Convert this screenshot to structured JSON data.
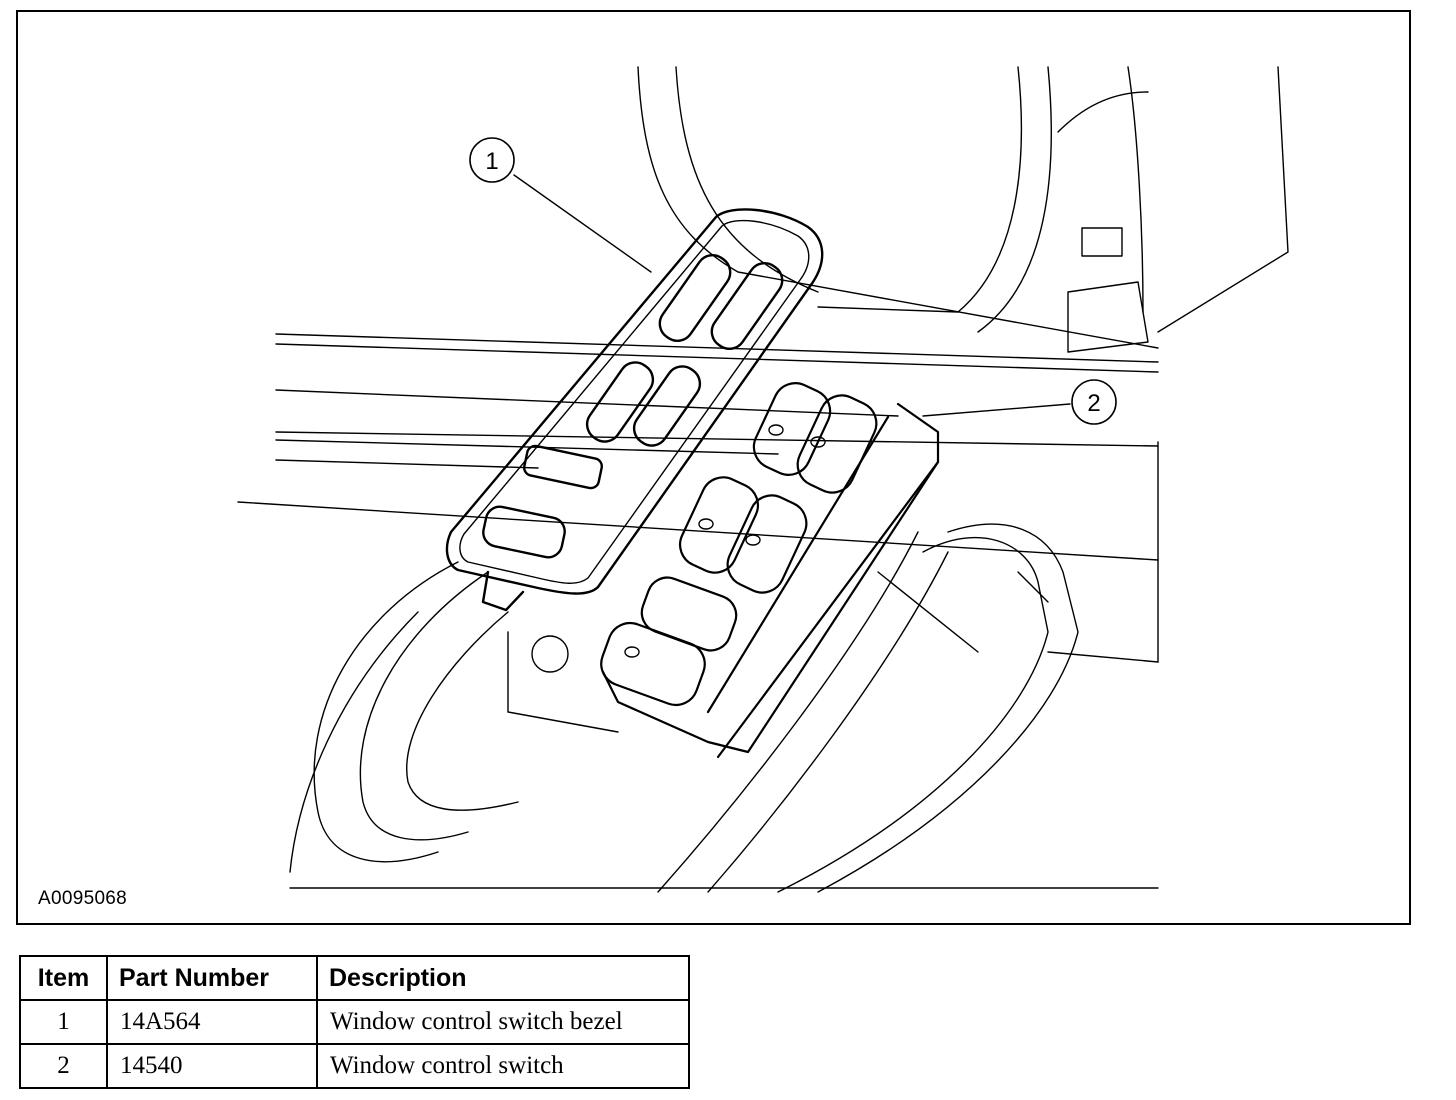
{
  "figure": {
    "code": "A0095068",
    "callouts": [
      {
        "number": "1"
      },
      {
        "number": "2"
      }
    ]
  },
  "parts_table": {
    "headers": {
      "item": "Item",
      "part_number": "Part Number",
      "description": "Description"
    },
    "rows": [
      {
        "item": "1",
        "part_number": "14A564",
        "description": "Window control switch bezel"
      },
      {
        "item": "2",
        "part_number": "14540",
        "description": "Window control switch"
      }
    ]
  }
}
